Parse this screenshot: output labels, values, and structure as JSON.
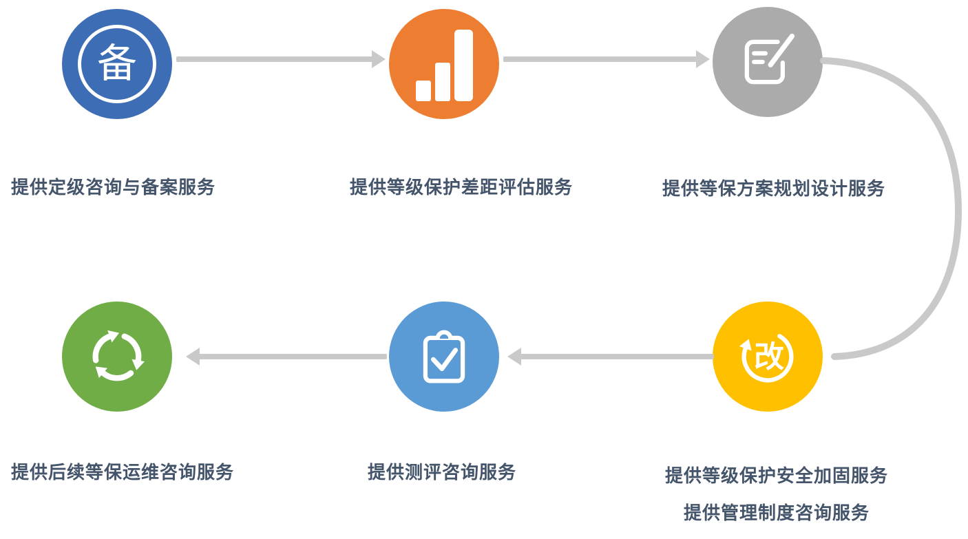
{
  "diagram": {
    "background_color": "#ffffff",
    "arrow_color": "#c9c9c9",
    "label_color": "#44546a",
    "steps": [
      {
        "name": "grading-filing",
        "circle_color": "#3d6db5",
        "icon": "filing-badge-icon",
        "glyph": "备",
        "label": "提供定级咨询与备案服务"
      },
      {
        "name": "gap-assessment",
        "circle_color": "#ed7d31",
        "icon": "bar-chart-icon",
        "label": "提供等级保护差距评估服务"
      },
      {
        "name": "plan-design",
        "circle_color": "#ababab",
        "icon": "document-pen-icon",
        "label": "提供等保方案规划设计服务"
      },
      {
        "name": "security-reinforcement",
        "circle_color": "#ffc000",
        "icon": "reform-cycle-icon",
        "glyph": "改",
        "label": "提供等级保护安全加固服务",
        "label2": "提供管理制度咨询服务"
      },
      {
        "name": "evaluation-consulting",
        "circle_color": "#5b9bd5",
        "icon": "clipboard-check-icon",
        "label": "提供测评咨询服务"
      },
      {
        "name": "operation-maintenance",
        "circle_color": "#70ad47",
        "icon": "recycle-arrows-icon",
        "label": "提供后续等保运维咨询服务"
      }
    ]
  }
}
